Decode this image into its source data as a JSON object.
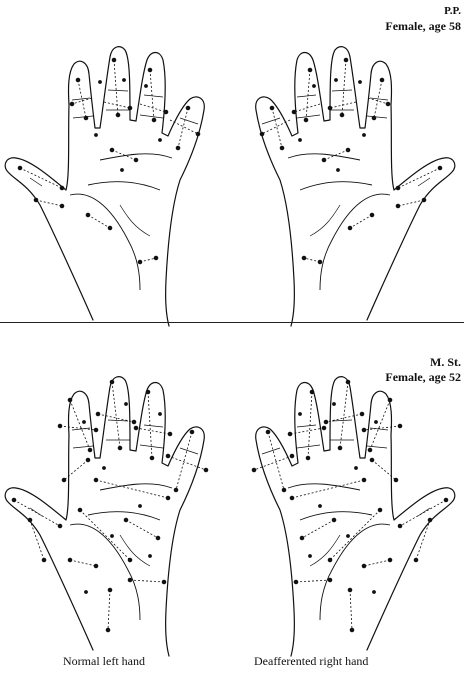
{
  "subjects": [
    {
      "id": "P.P.",
      "info": "Female, age 58"
    },
    {
      "id": "M. St.",
      "info": "Female, age 52"
    }
  ],
  "captions": {
    "left": "Normal left hand",
    "right": "Deafferented right hand"
  },
  "colors": {
    "ink": "#111111",
    "background": "#ffffff"
  },
  "icons": [
    "left-hand-outline-icon",
    "right-hand-outline-icon"
  ]
}
